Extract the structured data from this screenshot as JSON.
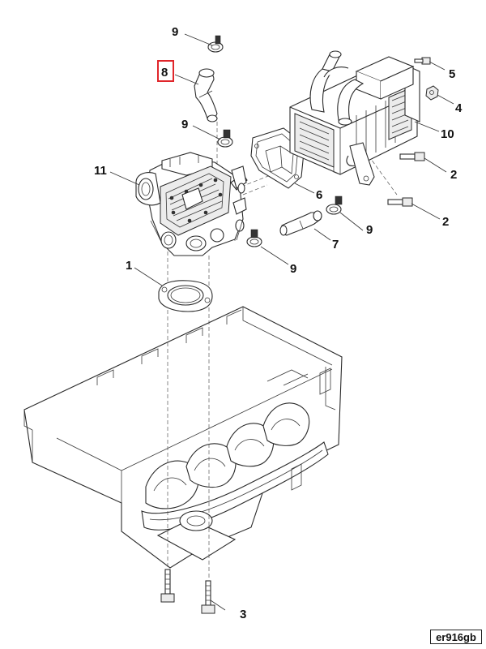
{
  "callouts": {
    "c1": "1",
    "c2a": "2",
    "c2b": "2",
    "c3": "3",
    "c4": "4",
    "c5": "5",
    "c6": "6",
    "c7": "7",
    "c8": "8",
    "c9a": "9",
    "c9b": "9",
    "c9c": "9",
    "c9d": "9",
    "c10": "10",
    "c11": "11"
  },
  "highlight": {
    "label": "8",
    "color": "#e0262b"
  },
  "reference": "er916gb"
}
